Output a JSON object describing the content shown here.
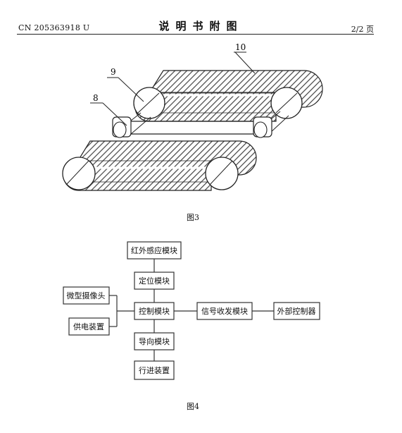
{
  "header": {
    "patent_number": "CN 205363918 U",
    "title": "说明书附图",
    "page": "2/2 页"
  },
  "figure3": {
    "caption": "图3",
    "labels": {
      "wheel": "8",
      "roller": "9",
      "belt": "10"
    }
  },
  "figure4": {
    "caption": "图4",
    "boxes": {
      "infrared": "红外感应模块",
      "positioning": "定位模块",
      "camera": "微型摄像头",
      "control": "控制模块",
      "signal": "信号收发模块",
      "external": "外部控制器",
      "power": "供电装置",
      "guidance": "导向模块",
      "travel": "行进装置"
    }
  }
}
